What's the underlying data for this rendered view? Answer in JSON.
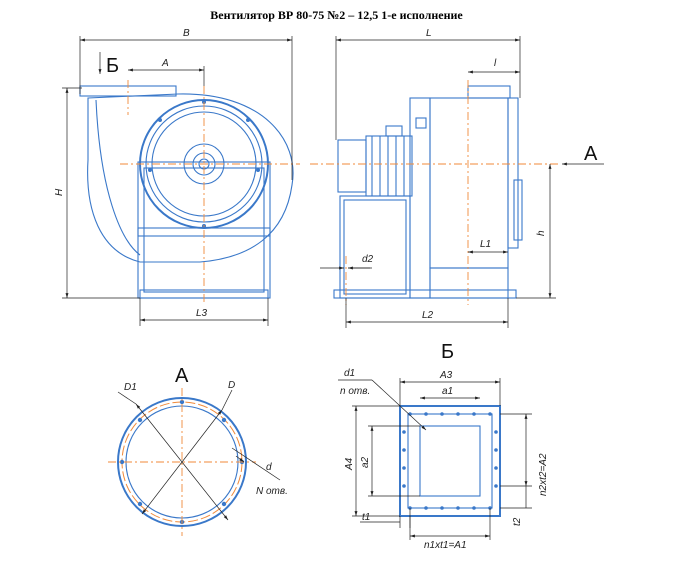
{
  "title": "Вентилятор ВР 80-75 №2 – 12,5 1-е исполнение",
  "front_view": {
    "dim_B": "B",
    "dim_A": "A",
    "dim_H": "H",
    "dim_L3": "L3",
    "section_mark": "Б"
  },
  "side_view": {
    "dim_L": "L",
    "dim_l": "l",
    "dim_h": "h",
    "dim_L1": "L1",
    "dim_L2": "L2",
    "dim_d2": "d2",
    "view_mark": "А"
  },
  "view_A": {
    "heading": "А",
    "dim_D1": "D1",
    "dim_D": "D",
    "dim_d": "d",
    "dim_N": "N отв."
  },
  "view_B": {
    "heading": "Б",
    "dim_d1": "d1",
    "dim_n": "n отв.",
    "dim_A3": "A3",
    "dim_a1": "a1",
    "dim_A4": "A4",
    "dim_a2": "a2",
    "dim_n2": "n2xt2=A2",
    "dim_t1": "t1",
    "dim_t2": "t2",
    "dim_n1": "n1xt1=A1"
  },
  "colors": {
    "outline": "#3a78c9",
    "axis": "#f08a3a",
    "dimension": "#222222"
  }
}
